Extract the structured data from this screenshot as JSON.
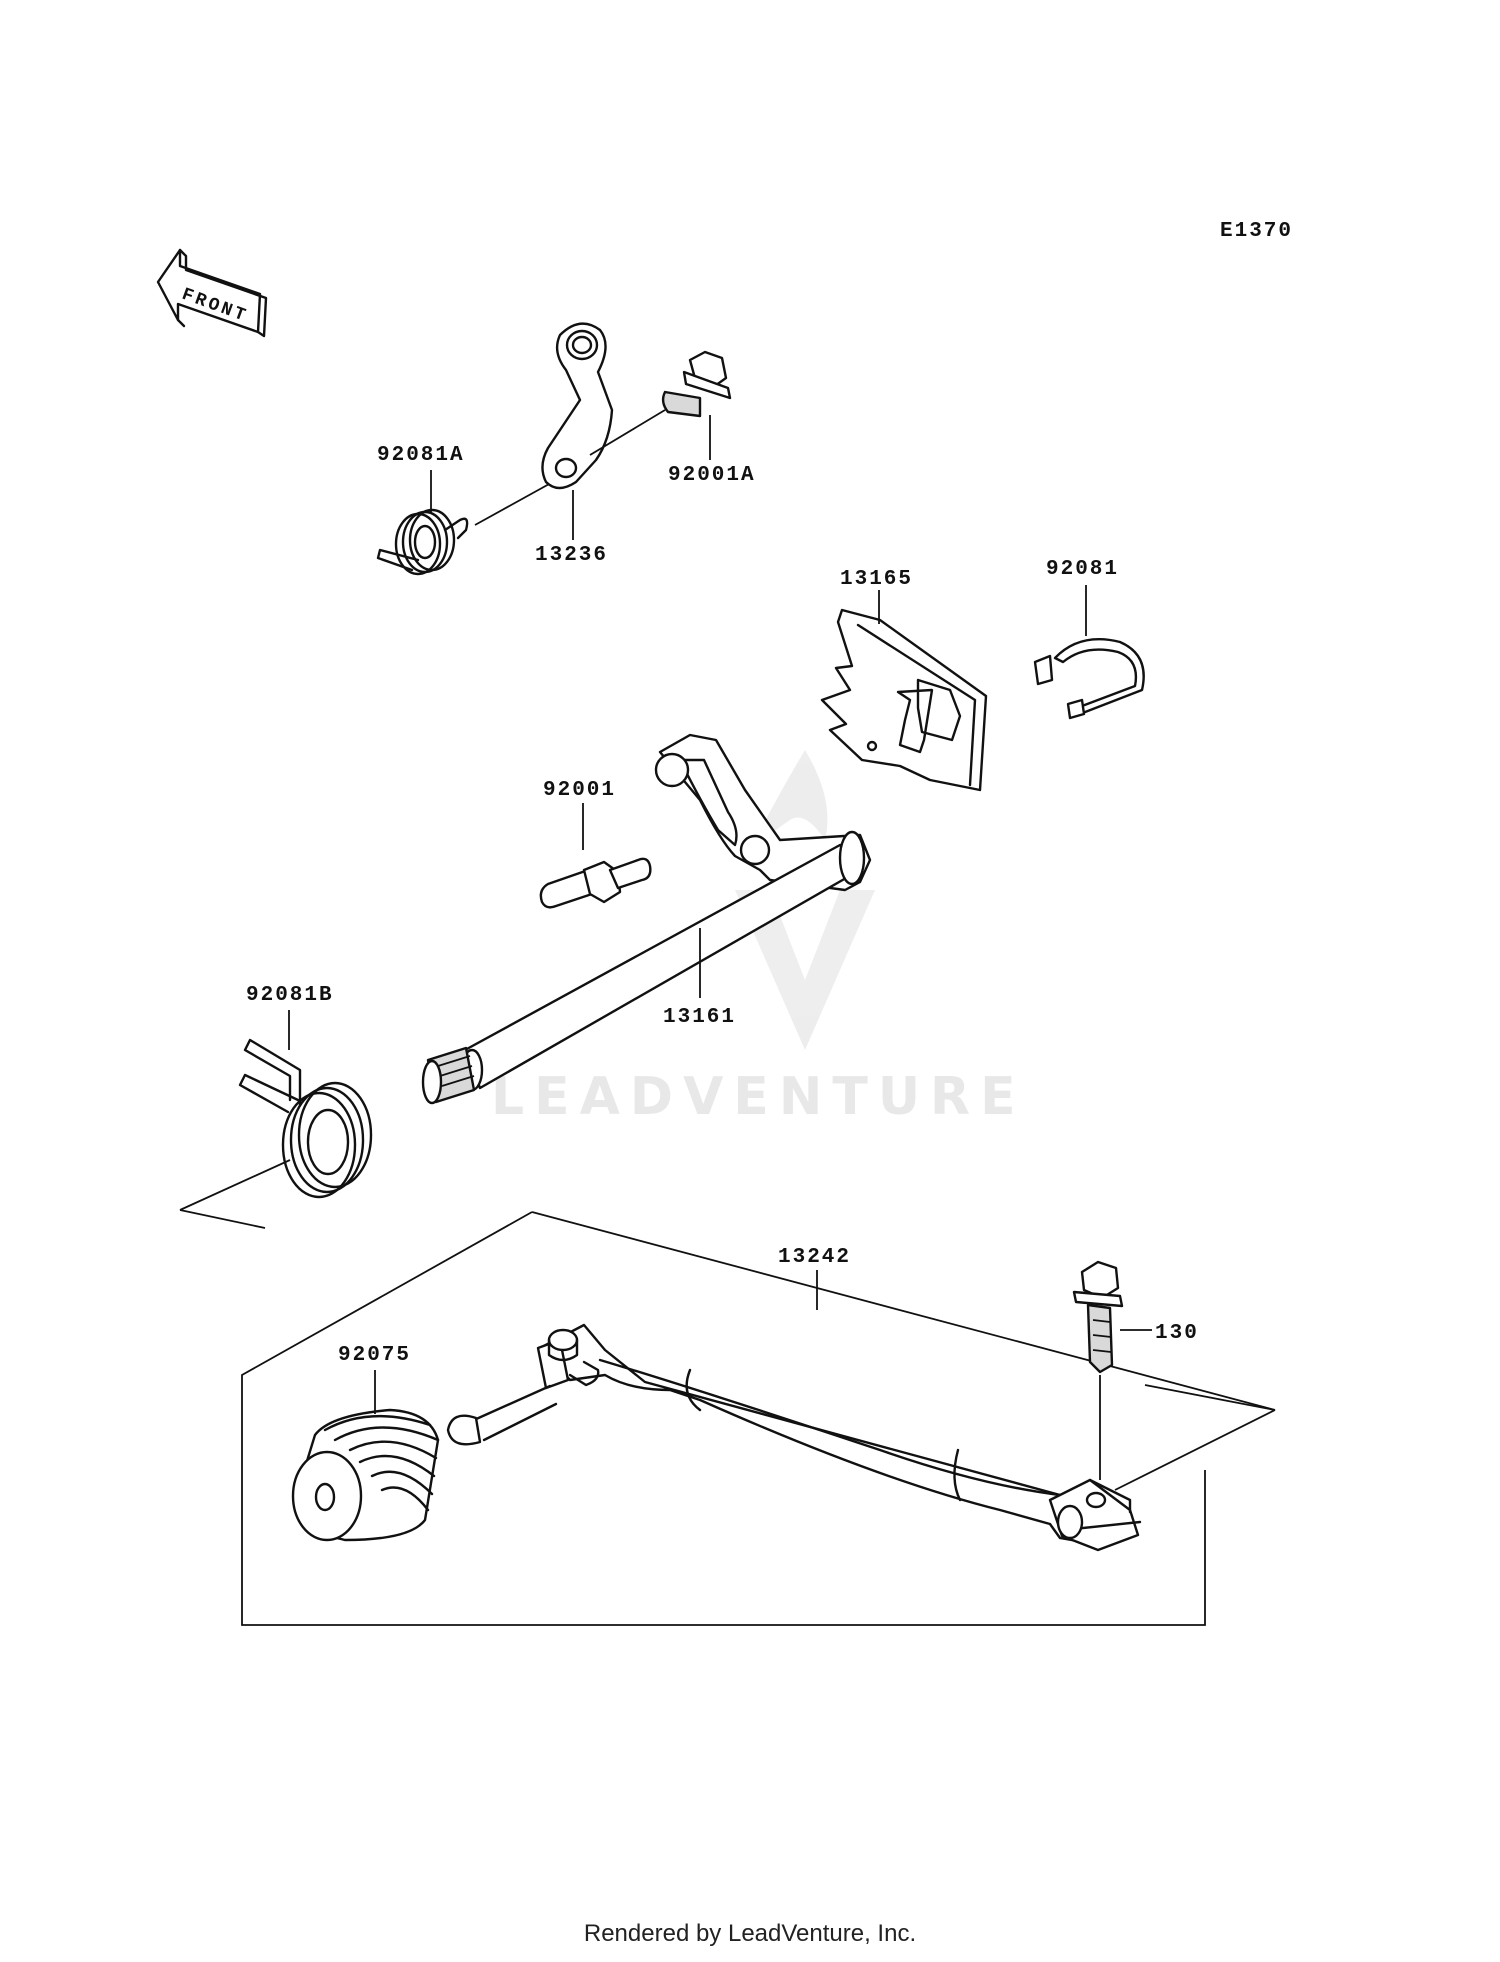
{
  "diagram_code": "E1370",
  "front_arrow_label": "FRONT",
  "watermark": "LEADVENTURE",
  "footer": "Rendered by LeadVenture, Inc.",
  "parts": {
    "p92081A": "92081A",
    "p92001A": "92001A",
    "p13236": "13236",
    "p13165": "13165",
    "p92081": "92081",
    "p92001": "92001",
    "p92081B": "92081B",
    "p13161": "13161",
    "p13242": "13242",
    "p130": "130",
    "p92075": "92075"
  }
}
